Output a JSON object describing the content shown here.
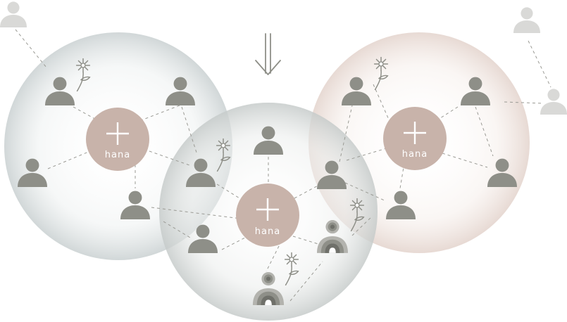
{
  "diagram": {
    "hub_label": "hana",
    "colors": {
      "person": "#8e8f88",
      "person_faded": "#d9d9d7",
      "hub": "#c8b3aa",
      "flower": "#8e8f88",
      "arrow": "#8e8f88",
      "connector": "#9a9a94"
    },
    "hubs": [
      {
        "id": "left",
        "label": "hana"
      },
      {
        "id": "center",
        "label": "hana"
      },
      {
        "id": "right",
        "label": "hana"
      }
    ],
    "icons": [
      "person-icon",
      "flower-icon",
      "down-arrow-icon",
      "plus-icon"
    ]
  }
}
